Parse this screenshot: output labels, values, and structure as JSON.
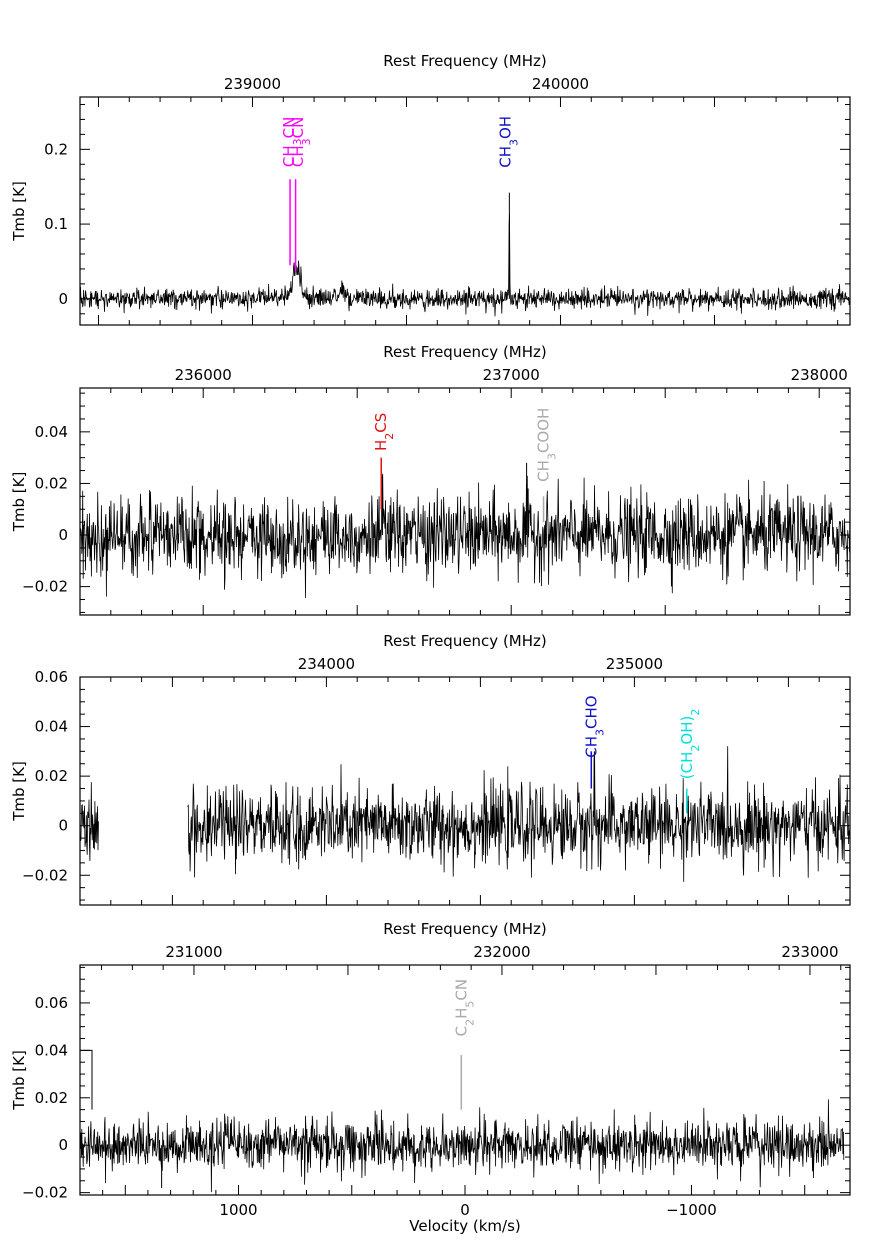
{
  "chart_data": [
    {
      "type": "line",
      "top_axis_label": "Rest Frequency (MHz)",
      "ylabel": "Tmb [K]",
      "xlabel": "",
      "ylim": [
        -0.035,
        0.27
      ],
      "top_xlim": [
        238440,
        240940
      ],
      "y_ticks": [
        {
          "v": 0,
          "t": "0"
        },
        {
          "v": 0.1,
          "t": "0.1"
        },
        {
          "v": 0.2,
          "t": "0.2"
        }
      ],
      "top_ticks": [
        {
          "v": 239000,
          "t": "239000"
        },
        {
          "v": 240000,
          "t": "240000"
        }
      ],
      "noise": 0.0065,
      "segments": [
        [
          238440,
          240940
        ]
      ],
      "peaks": [
        {
          "x": 239133.5,
          "h": 0.025,
          "w": 0.004
        },
        {
          "x": 239150,
          "h": 0.03,
          "w": 0.004
        },
        {
          "x": 239290,
          "h": 0.015,
          "w": 0.004
        },
        {
          "x": 239834,
          "h": 0.142,
          "w": 0.0004
        }
      ],
      "lines": [
        {
          "label": "CH3CN",
          "x": 239122,
          "y0": 0.045,
          "y1": 0.16,
          "color": "#ff00ff"
        },
        {
          "label": "CH3CN",
          "x": 239140,
          "y0": 0.035,
          "y1": 0.16,
          "color": "#ff00ff"
        },
        {
          "label": "CH3OH",
          "x": 239822,
          "y0": 0.17,
          "y1": 0.17,
          "color": "#1010cc"
        }
      ],
      "labels": [
        {
          "text": "CH3CN",
          "x": 239118,
          "y": 0.21,
          "color": "#ff00ff",
          "sub": "3"
        },
        {
          "text": "CH3CN",
          "x": 239148,
          "y": 0.21,
          "color": "#ff00ff",
          "sub": "3"
        },
        {
          "text": "CH3OH",
          "x": 239822,
          "y": 0.21,
          "color": "#1010cc",
          "sub": "3"
        }
      ]
    },
    {
      "type": "line",
      "top_axis_label": "Rest Frequency (MHz)",
      "ylabel": "Tmb [K]",
      "xlabel": "",
      "ylim": [
        -0.031,
        0.057
      ],
      "top_xlim": [
        235600,
        238100
      ],
      "y_ticks": [
        {
          "v": -0.02,
          "t": "−0.02"
        },
        {
          "v": 0,
          "t": "0"
        },
        {
          "v": 0.02,
          "t": "0.02"
        },
        {
          "v": 0.04,
          "t": "0.04"
        }
      ],
      "top_ticks": [
        {
          "v": 236000,
          "t": "236000"
        },
        {
          "v": 237000,
          "t": "237000"
        },
        {
          "v": 238000,
          "t": "238000"
        }
      ],
      "noise": 0.0075,
      "segments": [
        [
          235600,
          238100
        ]
      ],
      "peaks": [
        {
          "x": 236582,
          "h": 0.022,
          "w": 0.0004
        },
        {
          "x": 237050,
          "h": 0.028,
          "w": 0.0004
        }
      ],
      "lines": [
        {
          "label": "H2CS",
          "x": 236578,
          "y0": 0.01,
          "y1": 0.03,
          "color": "#e01010"
        },
        {
          "label": "CH3COOH",
          "x": 237105,
          "y0": 0.005,
          "y1": 0.015,
          "color": "#aaaaaa"
        }
      ],
      "labels": [
        {
          "text": "H2CS",
          "x": 236578,
          "y": 0.04,
          "color": "#e01010"
        },
        {
          "text": "CH3COOH",
          "x": 237105,
          "y": 0.035,
          "color": "#aaaaaa"
        }
      ]
    },
    {
      "type": "line",
      "top_axis_label": "Rest Frequency (MHz)",
      "ylabel": "Tmb [K]",
      "xlabel": "",
      "ylim": [
        -0.032,
        0.06
      ],
      "top_xlim": [
        233200,
        235700
      ],
      "y_ticks": [
        {
          "v": -0.02,
          "t": "−0.02"
        },
        {
          "v": 0,
          "t": "0"
        },
        {
          "v": 0.02,
          "t": "0.02"
        },
        {
          "v": 0.04,
          "t": "0.04"
        },
        {
          "v": 0.06,
          "t": "0.06"
        }
      ],
      "top_ticks": [
        {
          "v": 234000,
          "t": "234000"
        },
        {
          "v": 235000,
          "t": "235000"
        }
      ],
      "noise": 0.0075,
      "segments": [
        [
          233200,
          233260
        ],
        [
          233550,
          235700
        ]
      ],
      "peaks": [
        {
          "x": 234870,
          "h": 0.03,
          "w": 0.0004
        },
        {
          "x": 235175,
          "h": 0.01,
          "w": 0.0004
        }
      ],
      "lines": [
        {
          "label": "CH3CHO",
          "x": 234860,
          "y0": 0.015,
          "y1": 0.03,
          "color": "#1010cc"
        },
        {
          "label": "(CH2OH)2",
          "x": 235170,
          "y0": 0.005,
          "y1": 0.015,
          "color": "#00e0e0"
        }
      ],
      "labels": [
        {
          "text": "CH3CHO",
          "x": 234860,
          "y": 0.04,
          "color": "#1010cc"
        },
        {
          "text": "(CH2OH)2",
          "x": 235170,
          "y": 0.033,
          "color": "#00e0e0"
        }
      ]
    },
    {
      "type": "line",
      "top_axis_label": "Rest Frequency (MHz)",
      "ylabel": "Tmb [K]",
      "xlabel": "Velocity (km/s)",
      "ylim": [
        -0.021,
        0.076
      ],
      "top_xlim": [
        230630,
        233130
      ],
      "bottom_xlim": [
        1700,
        -1700
      ],
      "y_ticks": [
        {
          "v": -0.02,
          "t": "−0.02"
        },
        {
          "v": 0,
          "t": "0"
        },
        {
          "v": 0.02,
          "t": "0.02"
        },
        {
          "v": 0.04,
          "t": "0.04"
        },
        {
          "v": 0.06,
          "t": "0.06"
        }
      ],
      "top_ticks": [
        {
          "v": 231000,
          "t": "231000"
        },
        {
          "v": 232000,
          "t": "232000"
        },
        {
          "v": 233000,
          "t": "233000"
        }
      ],
      "bottom_ticks": [
        {
          "v": 1000,
          "t": "1000"
        },
        {
          "v": 0,
          "t": "0"
        },
        {
          "v": -1000,
          "t": "−1000"
        }
      ],
      "noise": 0.0055,
      "segments": [
        [
          230630,
          233110
        ]
      ],
      "peaks": [
        {
          "x": 230895,
          "h": -0.018,
          "w": 0.0004
        }
      ],
      "lines": [
        {
          "label": "C2H5CN",
          "x": 231868,
          "y0": 0.015,
          "y1": 0.038,
          "color": "#aaaaaa"
        }
      ],
      "labels": [
        {
          "text": "C2H5CN",
          "x": 231868,
          "y": 0.058,
          "color": "#aaaaaa"
        }
      ]
    }
  ]
}
